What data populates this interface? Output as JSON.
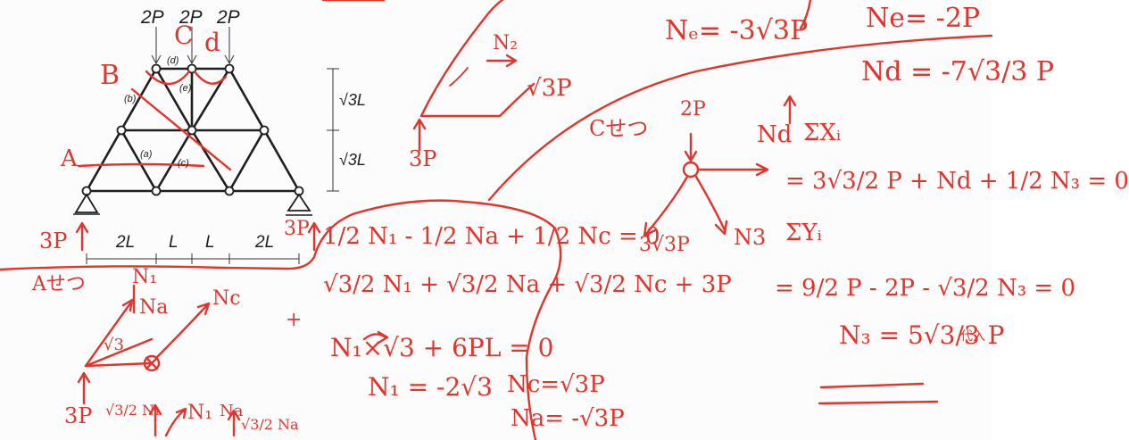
{
  "figure": {
    "loads": [
      "2P",
      "2P",
      "2P"
    ],
    "node_labels": [
      "(d)",
      "(e)",
      "(b)",
      "(a)",
      "(c)"
    ],
    "heights": [
      "√3L",
      "√3L"
    ],
    "spans": [
      "2L",
      "L",
      "L",
      "2L"
    ]
  },
  "marks": {
    "section_labels": [
      "A",
      "B",
      "C",
      "d"
    ],
    "reaction_left": "3P",
    "reaction_right": "3P"
  },
  "top_middle": {
    "n2_label": "N₂",
    "root3p": "√3P",
    "threep": "3P",
    "ne_result_left": "Nₑ= -3√3P"
  },
  "top_right": {
    "ne_result": "Ne= -2P",
    "nd_result": "Nd = -7√3/3 P",
    "up_arrow": "↑"
  },
  "c_section": {
    "title": "Cせつ",
    "load": "2P",
    "nd_label": "Nd",
    "n3_label": "N3",
    "reaction": "3√3P",
    "sum_x": "ΣXᵢ",
    "eq_x": "= 3√3/2 P + Nd + 1/2 N₃ = 0",
    "sum_y": "ΣYᵢ",
    "eq_y": "= 9/2 P - 2P - √3/2 N₃ = 0",
    "n3_result": "N₃ = 5√3/3 P",
    "note": "代入"
  },
  "a_section": {
    "title": "Aせつ",
    "n1_label": "N₁",
    "na_label": "Na",
    "nc_label": "Nc",
    "root3": "√3",
    "threep": "3P",
    "comp1": "√3/2 N₁",
    "n1_label2": "N₁",
    "na_label2": "Na",
    "comp2": "√3/2 Na"
  },
  "equations": {
    "eq1": "1/2 N₁ - 1/2 Na + 1/2 Nc = 0",
    "eq2": "√3/2 N₁ + √3/2 Na + √3/2 Nc + 3P",
    "plus": "+",
    "moment": "N₁×√3 + 6PL = 0",
    "n1_result": "N₁ = -2√3",
    "nc_result": "Nc=√3P",
    "na_result": "Na= -√3P"
  }
}
